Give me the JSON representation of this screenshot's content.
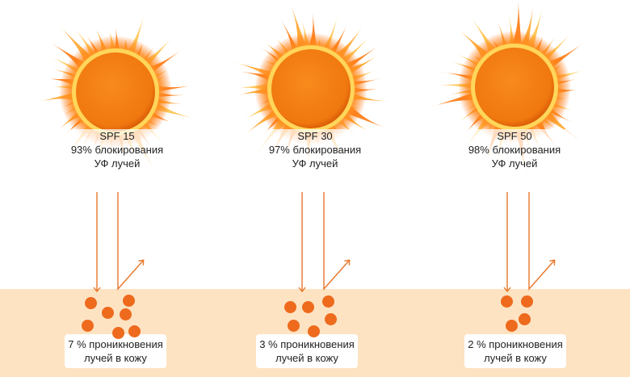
{
  "panels": [
    {
      "spf": "SPF 15",
      "blocking": "93% блокирования",
      "rays": "УФ лучей",
      "penetration": "7 % проникновения",
      "into_skin": "лучей в кожу",
      "particles": 7
    },
    {
      "spf": "SPF 30",
      "blocking": "97% блокирования",
      "rays": "УФ лучей",
      "penetration": "3 % проникновения",
      "into_skin": "лучей в кожу",
      "particles": 6
    },
    {
      "spf": "SPF 50",
      "blocking": "98% блокирования",
      "rays": "УФ лучей",
      "penetration": "2 % проникновения",
      "into_skin": "лучей в кожу",
      "particles": 4
    }
  ],
  "colors": {
    "skin": "#fde3c2",
    "particle": "#ee6a1d",
    "ray": "#e8762a",
    "sun_core": "#f0780f",
    "sun_glow": "#ffb52e"
  },
  "icons": [
    "sun-icon",
    "incoming-ray-arrow-icon",
    "reflected-ray-arrow-icon"
  ]
}
